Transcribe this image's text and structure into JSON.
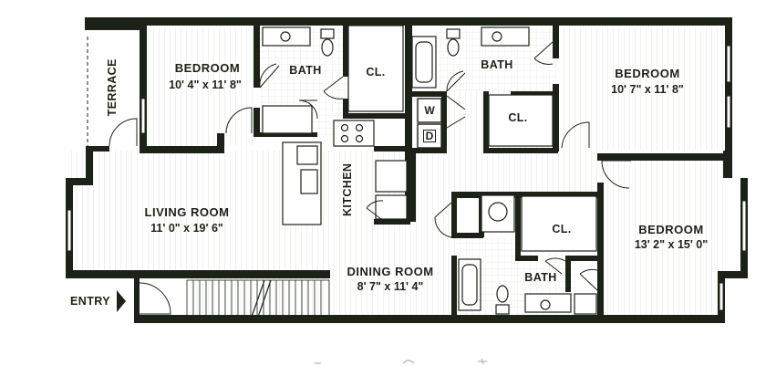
{
  "rooms": {
    "bedroom_left": {
      "name": "BEDROOM",
      "dims": "10' 4\" x 11' 8\""
    },
    "bath_left": {
      "name": "BATH"
    },
    "closet_left": {
      "name": "CL."
    },
    "bath_center": {
      "name": "BATH"
    },
    "closet_center": {
      "name": "CL."
    },
    "bedroom_right": {
      "name": "BEDROOM",
      "dims": "10' 7\" x 11' 8\""
    },
    "terrace": {
      "name": "TERRACE"
    },
    "living_room": {
      "name": "LIVING ROOM",
      "dims": "11' 0\" x 19' 6\""
    },
    "kitchen": {
      "name": "KITCHEN"
    },
    "dining_room": {
      "name": "DINING ROOM",
      "dims": "8' 7\" x 11' 4\""
    },
    "bath_bottom": {
      "name": "BATH"
    },
    "closet_bottom": {
      "name": "CL."
    },
    "bedroom_bottom": {
      "name": "BEDROOM",
      "dims": "13' 2\" x 15' 0\""
    }
  },
  "appliances": {
    "washer": "W",
    "dryer": "D"
  },
  "entry": {
    "label": "ENTRY"
  },
  "colors": {
    "wall": "#1d2218",
    "floor_hatch": "#dde0d8",
    "background": "#ffffff"
  }
}
